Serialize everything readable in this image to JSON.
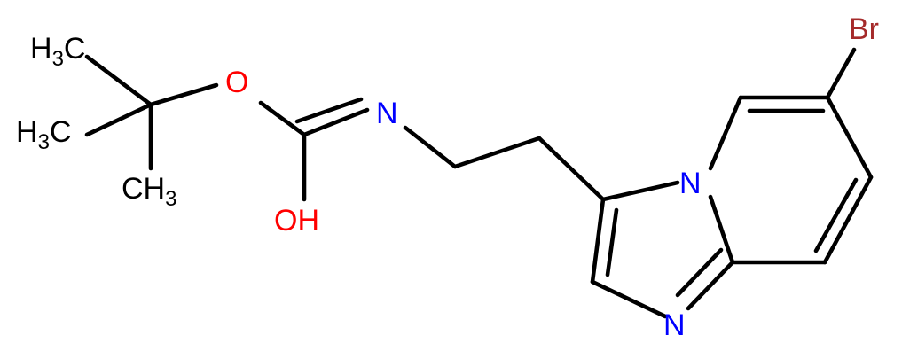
{
  "molecule": {
    "colors": {
      "bond": "#000000",
      "carbon": "#000000",
      "oxygen": "#ff0000",
      "nitrogen": "#0000ff",
      "bromine": "#a52a2a"
    },
    "labels": {
      "methyl_top": {
        "main": "H",
        "sub": "3",
        "tail": "C"
      },
      "methyl_mid": {
        "main": "H",
        "sub": "3",
        "tail": "C"
      },
      "methyl_bottom": {
        "main": "CH",
        "sub": "3"
      },
      "ester_oxygen": "O",
      "hydroxyl": "OH",
      "imine_nitrogen": "N",
      "bridgehead_nitrogen": "N",
      "imidazole_nitrogen": "N",
      "bromine": "Br"
    }
  }
}
